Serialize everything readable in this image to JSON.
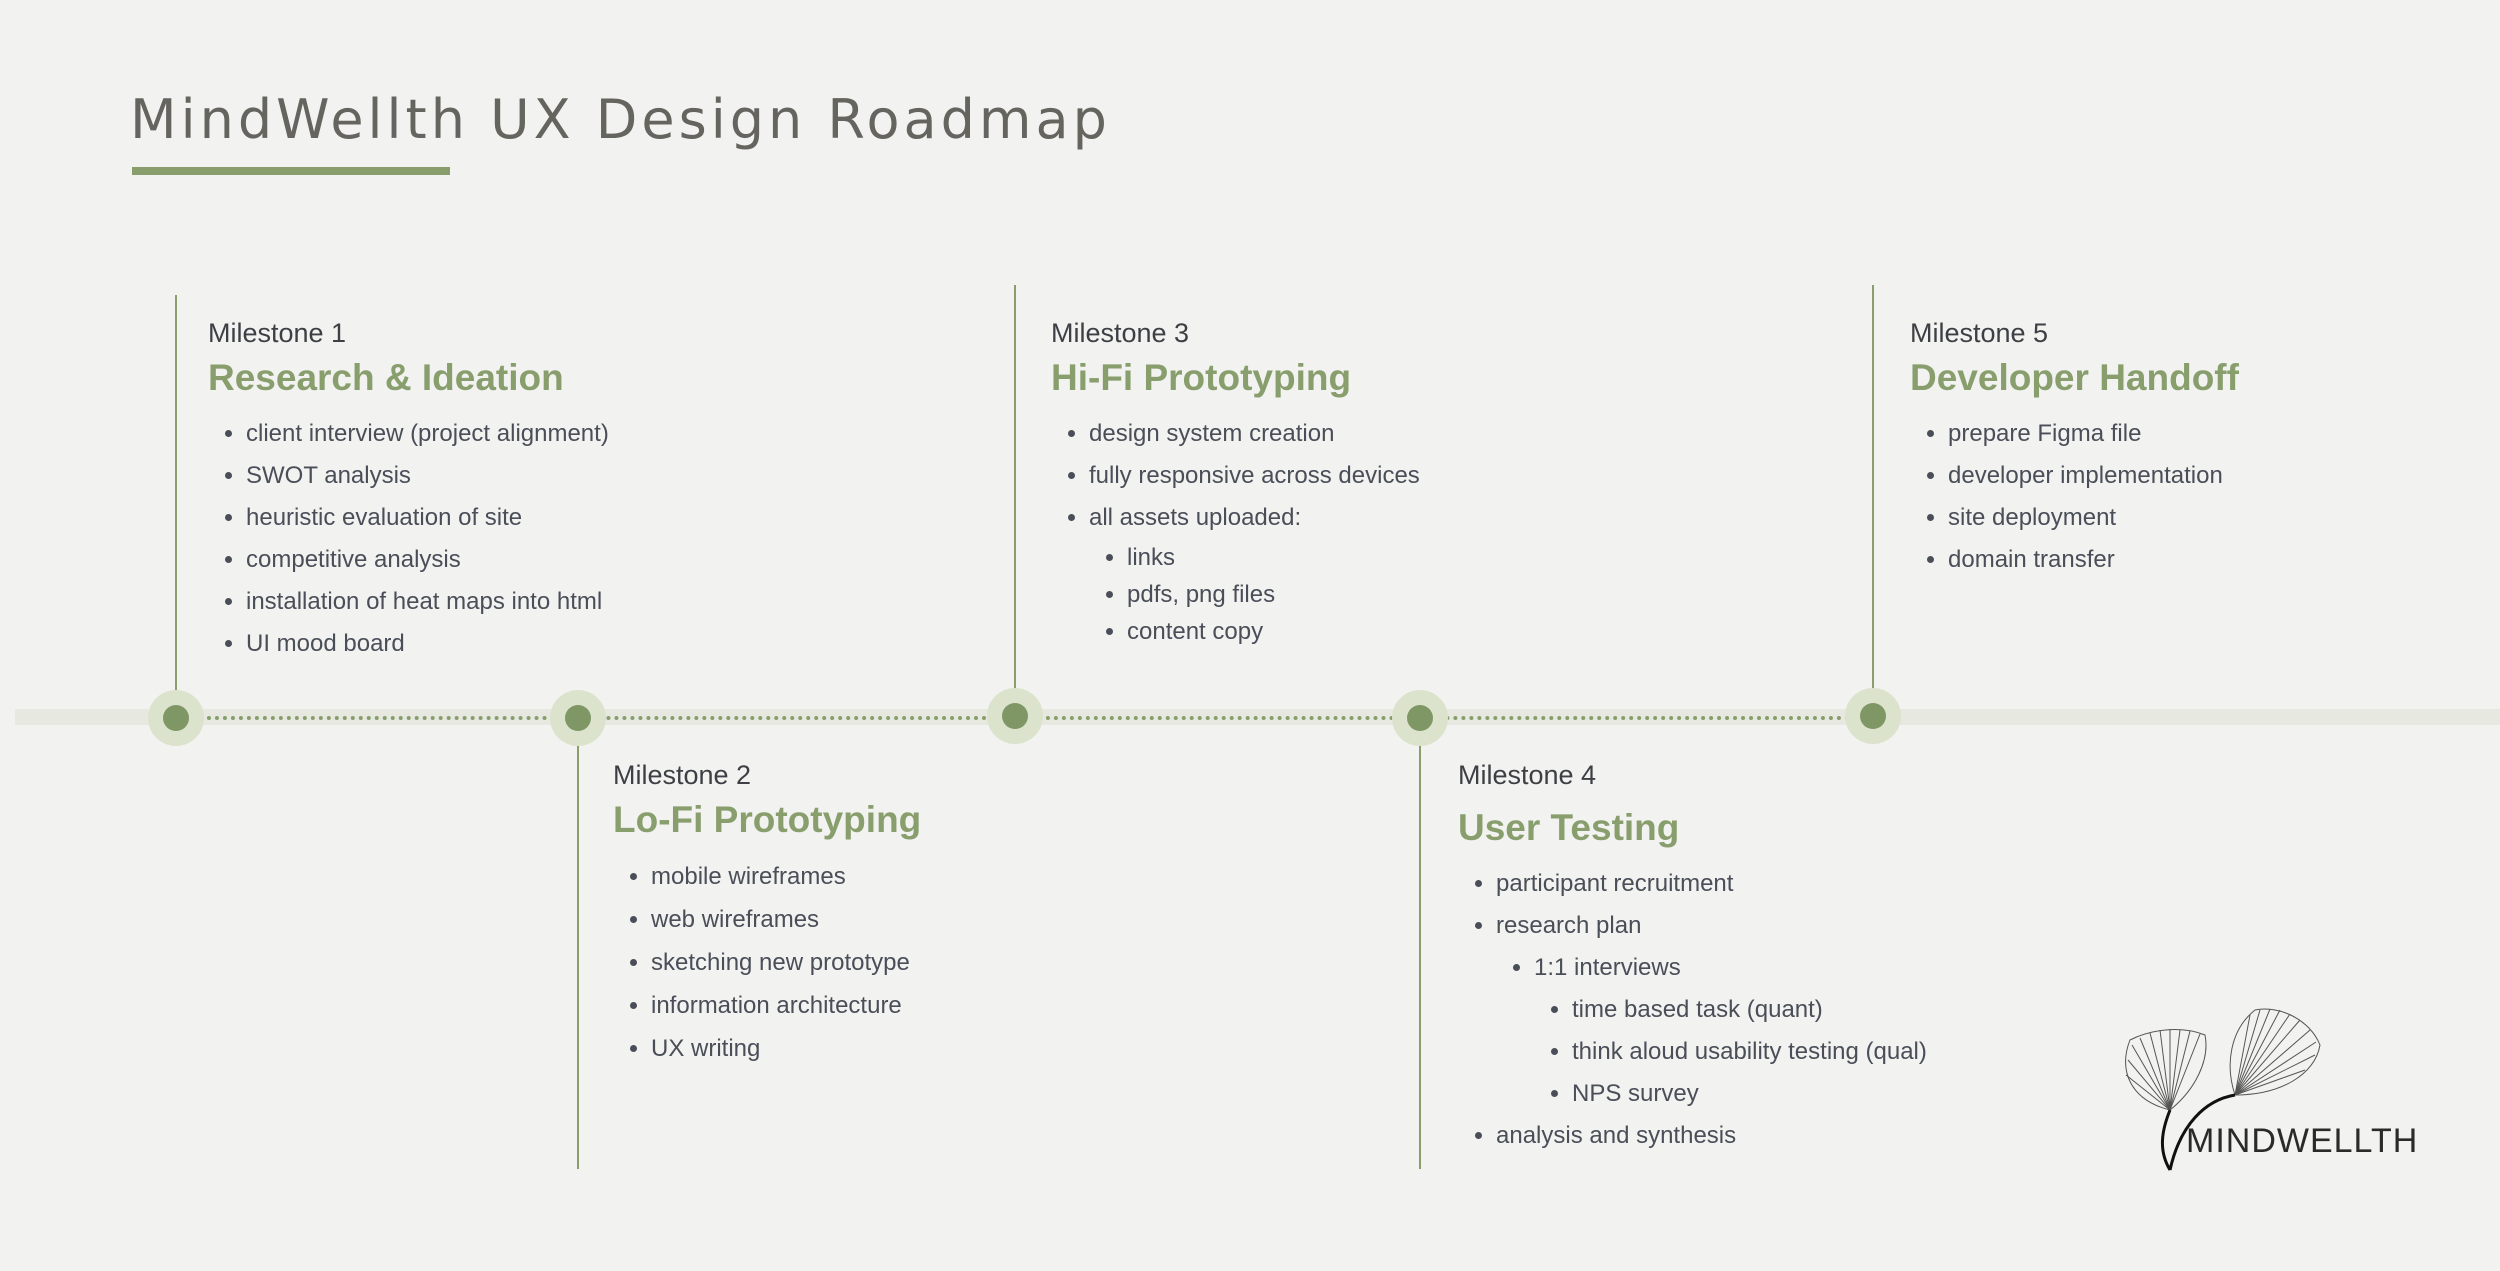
{
  "title": "MindWellth UX Design Roadmap",
  "brand": {
    "logo_text": "MINDWELLTH",
    "accent": "#889e6d",
    "background": "#f2f2f0"
  },
  "milestones": [
    {
      "label": "Milestone 1",
      "title": "Research & Ideation",
      "items": [
        "client interview (project alignment)",
        "SWOT analysis",
        "heuristic evaluation of site",
        "competitive analysis",
        "installation of heat maps into html",
        "UI mood board"
      ]
    },
    {
      "label": "Milestone 2",
      "title": "Lo-Fi Prototyping",
      "items": [
        "mobile wireframes",
        "web wireframes",
        "sketching new prototype",
        "information architecture",
        "UX writing"
      ]
    },
    {
      "label": "Milestone 3",
      "title": "Hi-Fi Prototyping",
      "items": [
        "design system creation",
        "fully responsive across devices",
        "all assets uploaded:"
      ],
      "subitems": [
        "links",
        "pdfs, png files",
        "content copy"
      ]
    },
    {
      "label": "Milestone 4",
      "title": "User Testing",
      "items": [
        "participant recruitment",
        "research plan",
        "analysis and synthesis"
      ],
      "subitems": [
        "1:1 interviews"
      ],
      "subsubitems": [
        "time based task (quant)",
        "think aloud usability testing (qual)",
        "NPS survey"
      ]
    },
    {
      "label": "Milestone 5",
      "title": "Developer Handoff",
      "items": [
        "prepare Figma file",
        "developer implementation",
        "site deployment",
        "domain transfer"
      ]
    }
  ]
}
